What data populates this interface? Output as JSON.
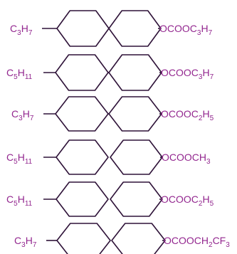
{
  "compounds": [
    {
      "left": {
        "base": "C",
        "n": "3",
        "tail": "H",
        "m": "7"
      },
      "right": [
        {
          "t": "OCOOC"
        },
        {
          "s": "3"
        },
        {
          "t": "H"
        },
        {
          "s": "7"
        }
      ]
    },
    {
      "left": {
        "base": "C",
        "n": "5",
        "tail": "H",
        "m": "11"
      },
      "right": [
        {
          "t": "OCOOC"
        },
        {
          "s": "3"
        },
        {
          "t": "H"
        },
        {
          "s": "7"
        }
      ]
    },
    {
      "left": {
        "base": "C",
        "n": "3",
        "tail": "H",
        "m": "7"
      },
      "right": [
        {
          "t": "OCOOC"
        },
        {
          "s": "2"
        },
        {
          "t": "H"
        },
        {
          "s": "5"
        }
      ]
    },
    {
      "left": {
        "base": "C",
        "n": "5",
        "tail": "H",
        "m": "11"
      },
      "right": [
        {
          "t": "OCOOCH"
        },
        {
          "s": "3"
        }
      ]
    },
    {
      "left": {
        "base": "C",
        "n": "5",
        "tail": "H",
        "m": "11"
      },
      "right": [
        {
          "t": "OCOOC"
        },
        {
          "s": "2"
        },
        {
          "t": "H"
        },
        {
          "s": "5"
        }
      ]
    },
    {
      "left": {
        "base": "C",
        "n": "3",
        "tail": "H",
        "m": "7"
      },
      "right": [
        {
          "t": "OCOOCH"
        },
        {
          "s": "2"
        },
        {
          "t": "CF"
        },
        {
          "s": "3"
        }
      ]
    }
  ],
  "colors": {
    "bond": "#2e1238",
    "label": "#93278f"
  }
}
